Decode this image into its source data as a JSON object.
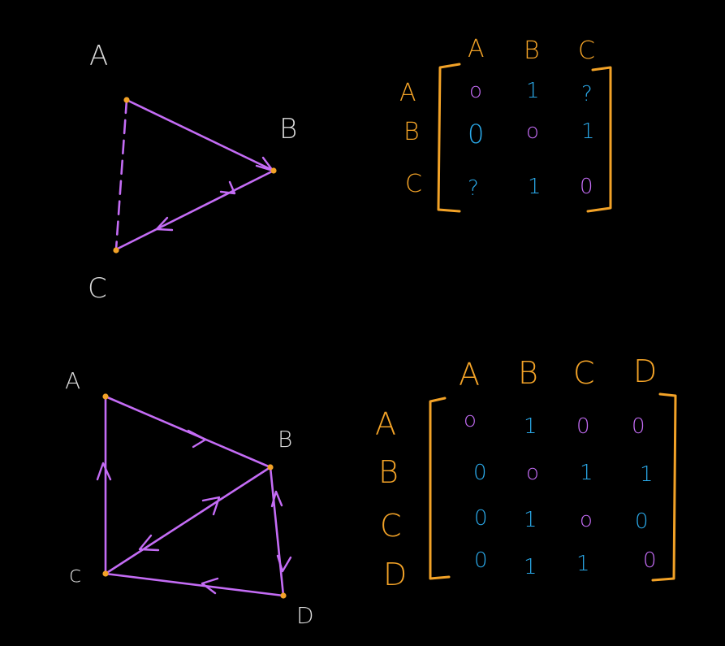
{
  "diagram1": {
    "nodes": [
      {
        "id": "A",
        "label": "A"
      },
      {
        "id": "B",
        "label": "B"
      },
      {
        "id": "C",
        "label": "C"
      }
    ],
    "matrix": {
      "col_headers": [
        "A",
        "B",
        "C"
      ],
      "row_headers": [
        "A",
        "B",
        "C"
      ],
      "rows": [
        [
          "o",
          "1",
          "?"
        ],
        [
          "0",
          "o",
          "1"
        ],
        [
          "?",
          "1",
          "0"
        ]
      ]
    }
  },
  "diagram2": {
    "nodes": [
      {
        "id": "A",
        "label": "A"
      },
      {
        "id": "B",
        "label": "B"
      },
      {
        "id": "C",
        "label": "c"
      },
      {
        "id": "D",
        "label": "D"
      }
    ],
    "matrix": {
      "col_headers": [
        "A",
        "B",
        "C",
        "D"
      ],
      "row_headers": [
        "A",
        "B",
        "C",
        "D"
      ],
      "rows": [
        [
          "o",
          "1",
          "0",
          "0"
        ],
        [
          "0",
          "o",
          "1",
          "1"
        ],
        [
          "0",
          "1",
          "o",
          "0"
        ],
        [
          "0",
          "1",
          "1",
          "0"
        ]
      ]
    }
  },
  "colors": {
    "background": "#000000",
    "edge": "#c46cf5",
    "node": "#f2a227",
    "bracket": "#f2a227",
    "label": "#d9d9d9",
    "cell_blue": "#2aa8e8",
    "cell_purple": "#c46cf5"
  }
}
